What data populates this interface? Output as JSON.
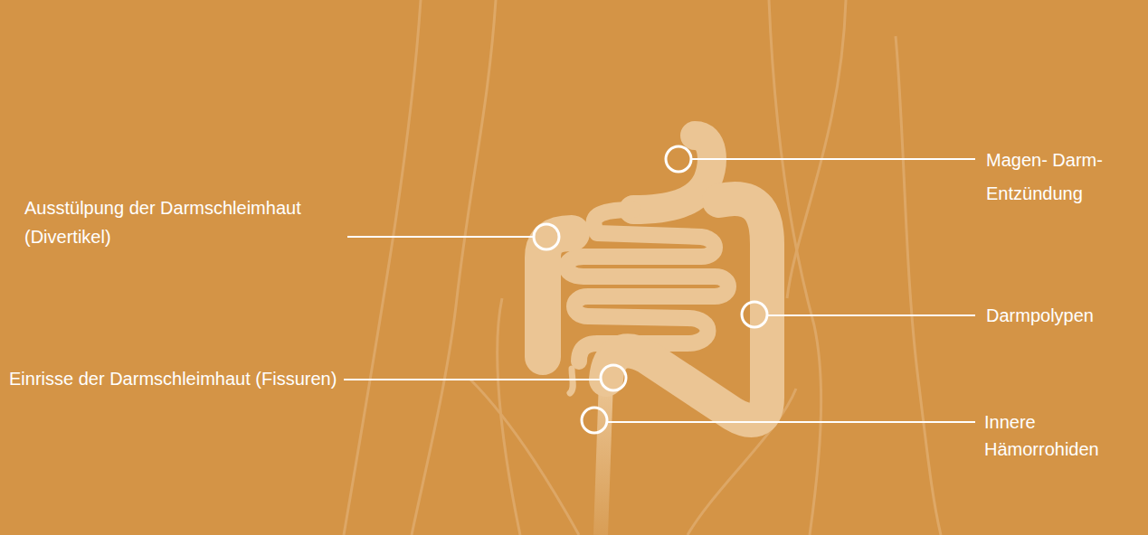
{
  "diagram": {
    "labels": [
      "Magen- Darm- Entzündung",
      "Ausstülpung der Darmschleimhaut (Divertikel)",
      "Darmpolypen",
      "Einrisse der Darmschleimhaut (Fissuren)",
      "Innere Hämorrohiden"
    ]
  }
}
